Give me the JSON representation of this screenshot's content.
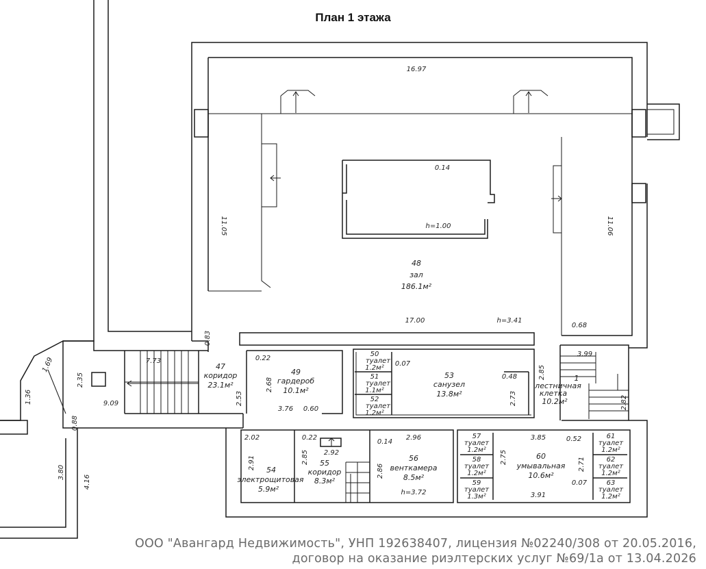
{
  "title": "План 1 этажа",
  "rooms": [
    {
      "num": "48",
      "name": "зал",
      "area": "186.1м²"
    },
    {
      "num": "47",
      "name": "коридор",
      "area": "23.1м²"
    },
    {
      "num": "49",
      "name": "гардероб",
      "area": "10.1м²"
    },
    {
      "num": "50",
      "name": "туалет",
      "area": "1.2м²"
    },
    {
      "num": "51",
      "name": "туалет",
      "area": "1.1м²"
    },
    {
      "num": "52",
      "name": "туалет",
      "area": "1.2м²"
    },
    {
      "num": "53",
      "name": "санузел",
      "area": "13.8м²"
    },
    {
      "num": "1",
      "name": "лестничная",
      "name2": "клетка",
      "area": "10.2м²"
    },
    {
      "num": "54",
      "name": "электрощитовая",
      "area": "5.9м²"
    },
    {
      "num": "55",
      "name": "коридор",
      "area": "8.3м²"
    },
    {
      "num": "56",
      "name": "венткамера",
      "area": "8.5м²"
    },
    {
      "num": "57",
      "name": "туалет",
      "area": "1.2м²"
    },
    {
      "num": "58",
      "name": "туалет",
      "area": "1.2м²"
    },
    {
      "num": "59",
      "name": "туалет",
      "area": "1.3м²"
    },
    {
      "num": "60",
      "name": "умывальная",
      "area": "10.6м²"
    },
    {
      "num": "61",
      "name": "туалет",
      "area": "1.2м²"
    },
    {
      "num": "62",
      "name": "туалет",
      "area": "1.2м²"
    },
    {
      "num": "63",
      "name": "туалет",
      "area": "1.2м²"
    }
  ],
  "dimensions": [
    "16.97",
    "11.05",
    "11.06",
    "0.14",
    "h=1.00",
    "17.00",
    "h=3.41",
    "0.68",
    "0.83",
    "7.73",
    "0.22",
    "2.68",
    "2.53",
    "3.76",
    "0.60",
    "1.69",
    "2.35",
    "1.36",
    "9.09",
    "0.88",
    "3.80",
    "4.16",
    "0.07",
    "0.48",
    "2.73",
    "2.85",
    "3.99",
    "2.82",
    "2.02",
    "0.22",
    "2.91",
    "2.85",
    "2.92",
    "0.14",
    "2.96",
    "2.86",
    "h=3.72",
    "3.85",
    "0.52",
    "2.75",
    "2.71",
    "0.07",
    "3.91"
  ],
  "footer": {
    "line1": "ООО \"Авангард Недвижимость\", УНП 192638407, лицензия №02240/308 от 20.05.2016,",
    "line2": "договор на оказание риэлтерских услуг №69/1а от 13.04.2026"
  }
}
